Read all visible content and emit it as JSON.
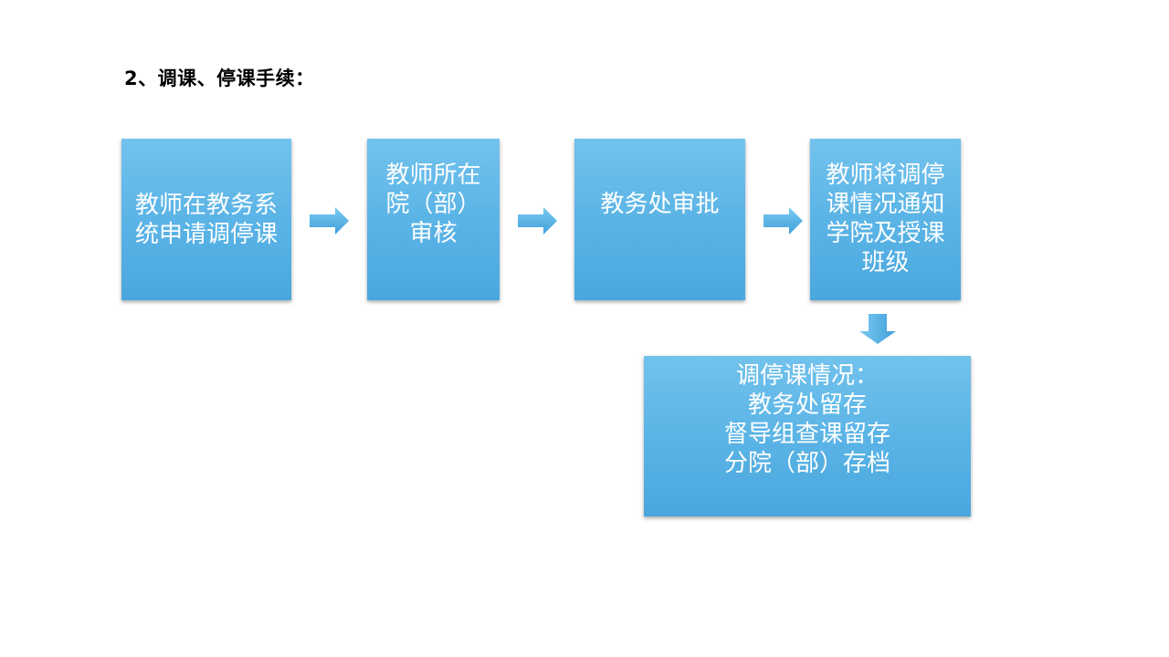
{
  "title": "2、调课、停课手续：",
  "steps": [
    {
      "lines": [
        "教师在教务系",
        "统申请调停课"
      ]
    },
    {
      "lines": [
        "教师所在",
        "院（部）",
        "审核"
      ]
    },
    {
      "lines": [
        "教务处审批"
      ]
    },
    {
      "lines": [
        "教师将调停",
        "课情况通知",
        "学院及授课",
        "班级"
      ]
    }
  ],
  "result": {
    "lines": [
      "调停课情况：",
      "教务处留存",
      "督导组查课留存",
      "分院（部）存档"
    ]
  },
  "colors": {
    "box_top": "#72c2ed",
    "box_bottom": "#4aa7de",
    "arrow": "#4fb0e4"
  }
}
